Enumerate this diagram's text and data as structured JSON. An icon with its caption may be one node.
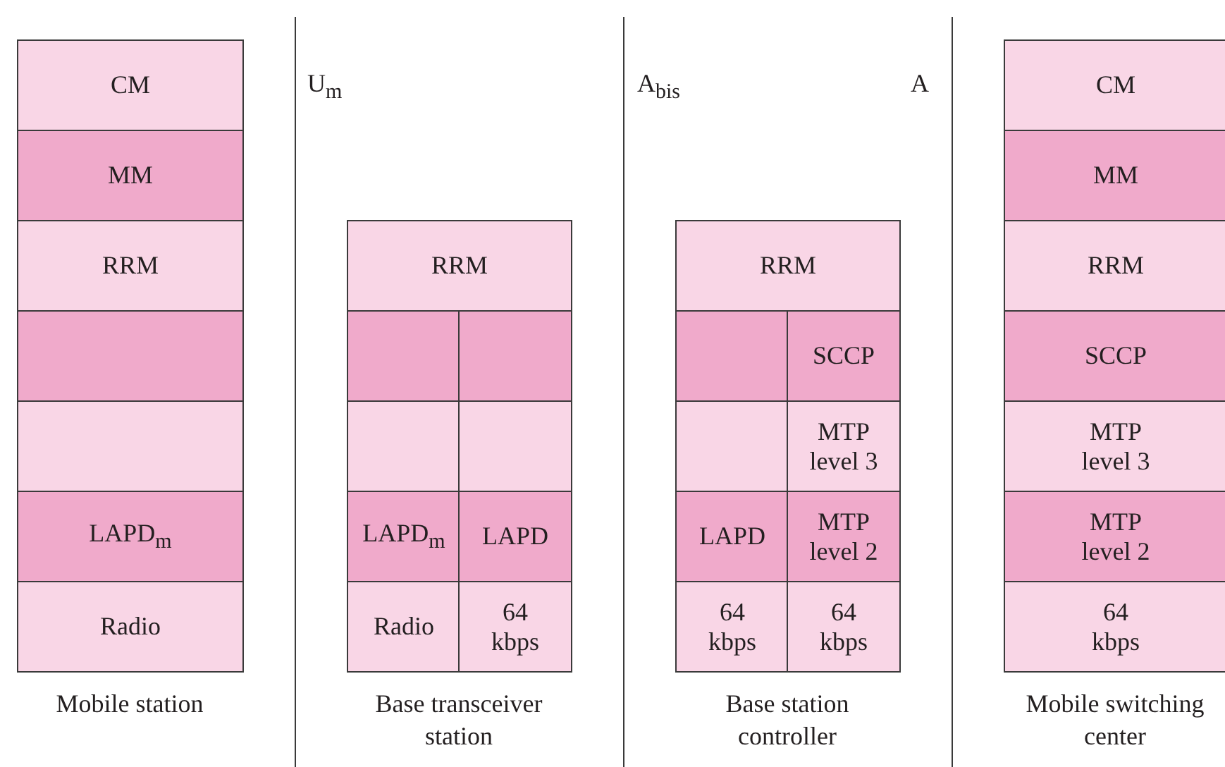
{
  "diagram": {
    "nodes": [
      {
        "text": [
          "CM"
        ]
      },
      {
        "text": [
          "MM"
        ]
      },
      {
        "text": [
          "RRM"
        ]
      },
      {
        "text": [],
        "shape": "box"
      },
      {
        "text": [],
        "shape": "box"
      },
      {
        "text": [
          "LAPD$_{m}$"
        ]
      },
      {
        "text": [
          "Radio"
        ]
      },
      {
        "text": [
          "RRM"
        ]
      },
      {
        "text": [],
        "shape": "box"
      },
      {
        "text": [],
        "shape": "box"
      },
      {
        "text": [],
        "shape": "box"
      },
      {
        "text": [],
        "shape": "box"
      },
      {
        "text": [
          "LAPD$_{m}$"
        ]
      },
      {
        "text": [
          "LAPD"
        ]
      },
      {
        "text": [
          "Radio"
        ]
      },
      {
        "text": [
          "64 kbps"
        ]
      },
      {
        "text": [
          "RRM"
        ]
      },
      {
        "text": [],
        "shape": "box"
      },
      {
        "text": [
          "SCCP"
        ]
      },
      {
        "text": [],
        "shape": "box"
      },
      {
        "text": [
          "MTP level 3"
        ]
      },
      {
        "text": [
          "LAPD"
        ]
      },
      {
        "text": [
          "MTP level 2"
        ]
      },
      {
        "text": [
          "64 kbps"
        ]
      },
      {
        "text": [
          "64 kbps"
        ]
      },
      {
        "text": [
          "CM"
        ]
      },
      {
        "text": [
          "MM"
        ]
      },
      {
        "text": [
          "RRM"
        ]
      },
      {
        "text": [
          "SCCP"
        ]
      },
      {
        "text": [
          "MTP level 3"
        ]
      },
      {
        "text": [
          "MTP level 2"
        ]
      },
      {
        "text": [
          "64 kbps"
        ]
      }
    ],
    "edges": [],
    "labels": [
      "U$_{m}$",
      "A$_{bis}$",
      "A",
      "Mobile station",
      "Base transceiver station",
      "Base station controller",
      "Mobile switching center"
    ]
  }
}
